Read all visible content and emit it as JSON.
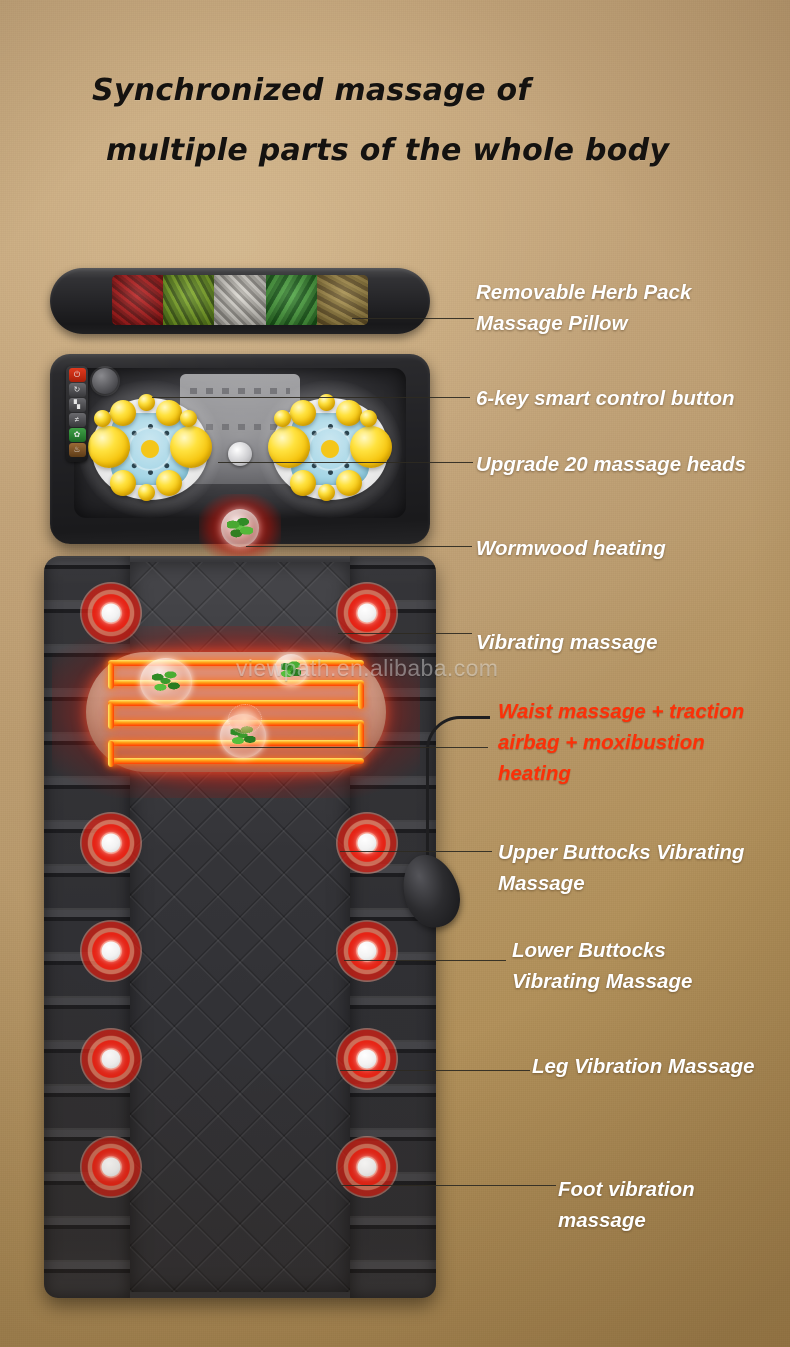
{
  "title": {
    "line1": "Synchronized massage of",
    "line2": "multiple parts of the whole body"
  },
  "watermark": "viewpath.en.alibaba.com",
  "colors": {
    "background_top_left": "#C3A478",
    "background_bottom_right": "#A8864F",
    "label_white": "#FFFFFF",
    "label_red": "#FC3008",
    "heat_glow_red": "#E1200C",
    "coil_orange": "#FF9B12",
    "massage_head_yellow": "#FFE23F",
    "hub_blue": "#A6D6E6",
    "mat_dark": "#2B2B2E"
  },
  "labels": [
    {
      "id": "herb-pack-pillow",
      "text": "Removable Herb Pack\nMassage Pillow",
      "color": "white"
    },
    {
      "id": "control-button",
      "text": "6-key smart control button",
      "color": "white"
    },
    {
      "id": "massage-heads",
      "text": "Upgrade 20 massage heads",
      "color": "white"
    },
    {
      "id": "wormwood-heating",
      "text": "Wormwood heating",
      "color": "white"
    },
    {
      "id": "vibrating-massage",
      "text": "Vibrating massage",
      "color": "white"
    },
    {
      "id": "waist-massage",
      "text": "Waist massage + traction\nairbag + moxibustion\nheating",
      "color": "red"
    },
    {
      "id": "upper-buttocks",
      "text": "Upper Buttocks Vibrating\nMassage",
      "color": "white"
    },
    {
      "id": "lower-buttocks",
      "text": "Lower Buttocks\nVibrating Massage",
      "color": "white"
    },
    {
      "id": "leg-vibration",
      "text": "Leg Vibration Massage",
      "color": "white"
    },
    {
      "id": "foot-vibration",
      "text": "Foot vibration\nmassage",
      "color": "white"
    }
  ],
  "product": {
    "pillow_herb_segments": [
      "red-herb",
      "green-herb",
      "grey-herb",
      "leaf-herb",
      "brown-herb"
    ],
    "control_panel_keys": [
      "power-key",
      "mode-key",
      "intensity-key",
      "speed-key",
      "leaf-heat-key",
      "herb-key"
    ],
    "control_panel_key_count": 6,
    "massage_head_count": 20,
    "vibration_motor_rows": 5,
    "vibration_motors_per_row": 2,
    "air_pump": "traction-airbag-pump"
  }
}
